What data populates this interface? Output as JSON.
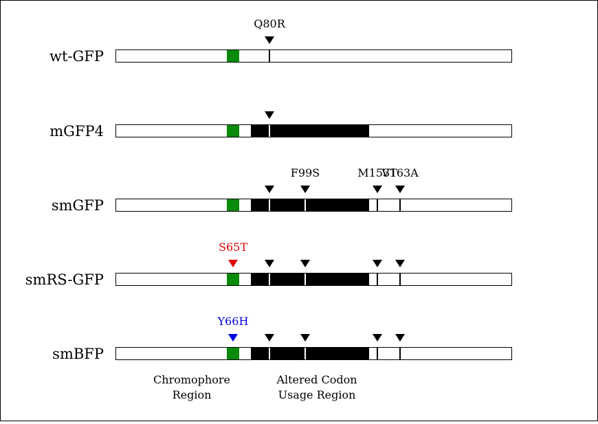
{
  "colors": {
    "chromophore": "#0a8a0a",
    "codon_region": "#000000",
    "marker_default": "#000000",
    "s65t": "#e00000",
    "y66h": "#0000e0"
  },
  "constructs": [
    {
      "name": "wt-GFP",
      "codon_block": false,
      "divider_ticks": [
        "q80r"
      ],
      "markers": [
        {
          "id": "q80r",
          "label": "Q80R",
          "color": "#000000"
        }
      ]
    },
    {
      "name": "mGFP4",
      "codon_block": true,
      "divider_ticks": [
        "q80r"
      ],
      "markers": [
        {
          "id": "q80r",
          "label": "",
          "color": "#000000"
        }
      ]
    },
    {
      "name": "smGFP",
      "codon_block": true,
      "divider_ticks": [
        "q80r",
        "f99s",
        "m153t",
        "v163a"
      ],
      "markers": [
        {
          "id": "q80r",
          "label": "",
          "color": "#000000"
        },
        {
          "id": "f99s",
          "label": "F99S",
          "color": "#000000"
        },
        {
          "id": "m153t",
          "label": "M153T",
          "color": "#000000"
        },
        {
          "id": "v163a",
          "label": "V163A",
          "color": "#000000"
        }
      ]
    },
    {
      "name": "smRS-GFP",
      "codon_block": true,
      "divider_ticks": [
        "q80r",
        "f99s",
        "m153t",
        "v163a"
      ],
      "markers": [
        {
          "id": "s65t",
          "label": "S65T",
          "color": "#e00000"
        },
        {
          "id": "q80r",
          "label": "",
          "color": "#000000"
        },
        {
          "id": "f99s",
          "label": "",
          "color": "#000000"
        },
        {
          "id": "m153t",
          "label": "",
          "color": "#000000"
        },
        {
          "id": "v163a",
          "label": "",
          "color": "#000000"
        }
      ]
    },
    {
      "name": "smBFP",
      "codon_block": true,
      "divider_ticks": [
        "q80r",
        "f99s",
        "m153t",
        "v163a"
      ],
      "markers": [
        {
          "id": "y66h",
          "label": "Y66H",
          "color": "#0000e0"
        },
        {
          "id": "q80r",
          "label": "",
          "color": "#000000"
        },
        {
          "id": "f99s",
          "label": "",
          "color": "#000000"
        },
        {
          "id": "m153t",
          "label": "",
          "color": "#000000"
        },
        {
          "id": "v163a",
          "label": "",
          "color": "#000000"
        }
      ]
    }
  ],
  "region_labels": {
    "chromophore": [
      "Chromophore",
      "Region"
    ],
    "codon": [
      "Altered Codon",
      "Usage Region"
    ]
  }
}
